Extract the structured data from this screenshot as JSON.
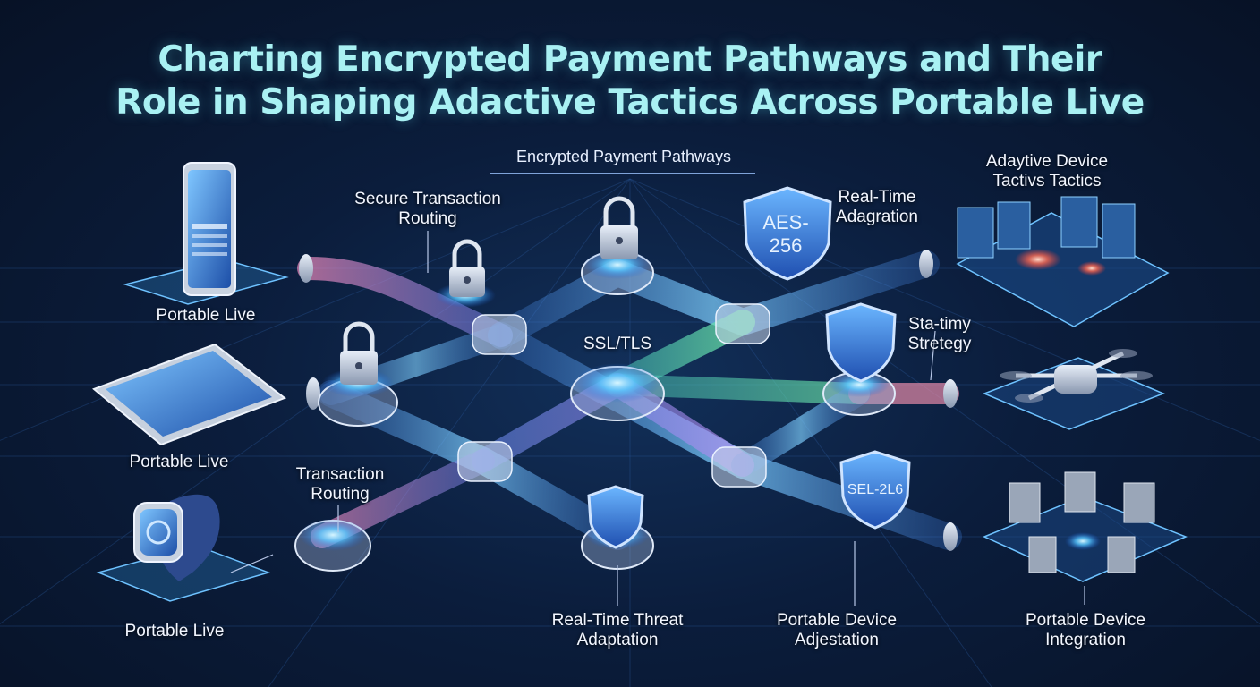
{
  "title": {
    "line1": "Charting Encrypted Payment Pathways and Their",
    "line2": "Role in Shaping Adactive Tactics Across Portable Live"
  },
  "center_heading": "Encrypted Payment Pathways",
  "right_heading": {
    "line1": "Adaytive Device",
    "line2": "Tactivs Tactics"
  },
  "devices": [
    {
      "kind": "smartphone",
      "label": "Portable Live"
    },
    {
      "kind": "tablet",
      "label": "Portable Live"
    },
    {
      "kind": "smartwatch",
      "label": "Portable Live"
    }
  ],
  "nodes": {
    "secure_routing": {
      "line1": "Secure Transaction",
      "line2": "Routing"
    },
    "realtime_adagration": {
      "line1": "Real-Time",
      "line2": "Adagration"
    },
    "ssl_tls": "SSL/TLS",
    "stratimy": {
      "line1": "Sta-timy",
      "line2": "Stretegy"
    },
    "transaction_routing": {
      "line1": "Transaction",
      "line2": "Routing"
    },
    "threat_adaptation": {
      "line1": "Real-Time Threat",
      "line2": "Adaptation"
    },
    "device_adjestation": {
      "line1": "Portable Device",
      "line2": "Adjestation"
    },
    "device_integration": {
      "line1": "Portable Device",
      "line2": "Integration"
    }
  },
  "shield_badges": {
    "aes": {
      "line1": "AES-",
      "line2": "256"
    },
    "sel": "SEL-2L6"
  },
  "colors": {
    "title": "#a9f1f3",
    "background": "#0b1d3c",
    "pipe_blue": "#4fa6ff",
    "pipe_pink": "#e783b8",
    "pipe_green": "#5fe0b0",
    "pipe_purple": "#a77cf0",
    "glow": "#6ad8ff"
  },
  "icons": [
    "lock-icon",
    "shield-icon",
    "smartphone-icon",
    "tablet-icon",
    "smartwatch-icon",
    "drone-icon",
    "server-rack-icon",
    "dashboard-icon"
  ]
}
